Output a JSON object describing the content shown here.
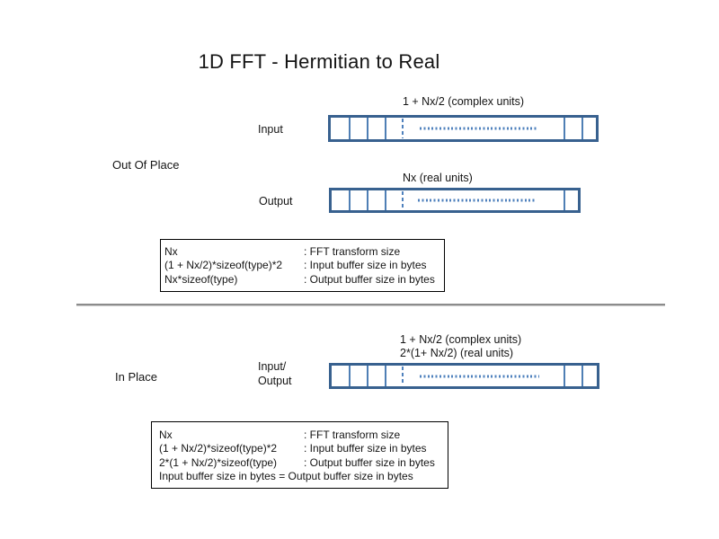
{
  "title": "1D FFT - Hermitian to Real",
  "colors": {
    "buffer_border": "#38618f",
    "buffer_divider": "#4f7fb5",
    "dotted_fill": "#4f81bd",
    "section_divider": "#8c8c8c",
    "text": "#141414"
  },
  "out_of_place": {
    "section_label": "Out Of Place",
    "input": {
      "label": "Input",
      "annotation": "1 + Nx/2 (complex units)"
    },
    "output": {
      "label": "Output",
      "annotation": "Nx (real units)"
    },
    "legend": {
      "rows": [
        {
          "term": "Nx",
          "desc": ": FFT transform size"
        },
        {
          "term": "(1 + Nx/2)*sizeof(type)*2",
          "desc": ": Input buffer size in bytes"
        },
        {
          "term": "Nx*sizeof(type)",
          "desc": ": Output buffer size in bytes"
        }
      ]
    }
  },
  "in_place": {
    "section_label": "In Place",
    "io": {
      "label_line1": "Input/",
      "label_line2": "Output",
      "annotation_line1": "1 + Nx/2 (complex units)",
      "annotation_line2": "2*(1+ Nx/2) (real units)"
    },
    "legend": {
      "rows": [
        {
          "term": "Nx",
          "desc": ": FFT transform size"
        },
        {
          "term": "(1 + Nx/2)*sizeof(type)*2",
          "desc": ": Input buffer size in bytes"
        },
        {
          "term": "2*(1 + Nx/2)*sizeof(type)",
          "desc": ": Output buffer size in bytes"
        }
      ],
      "footer": "Input buffer size in bytes = Output buffer size in bytes"
    }
  }
}
